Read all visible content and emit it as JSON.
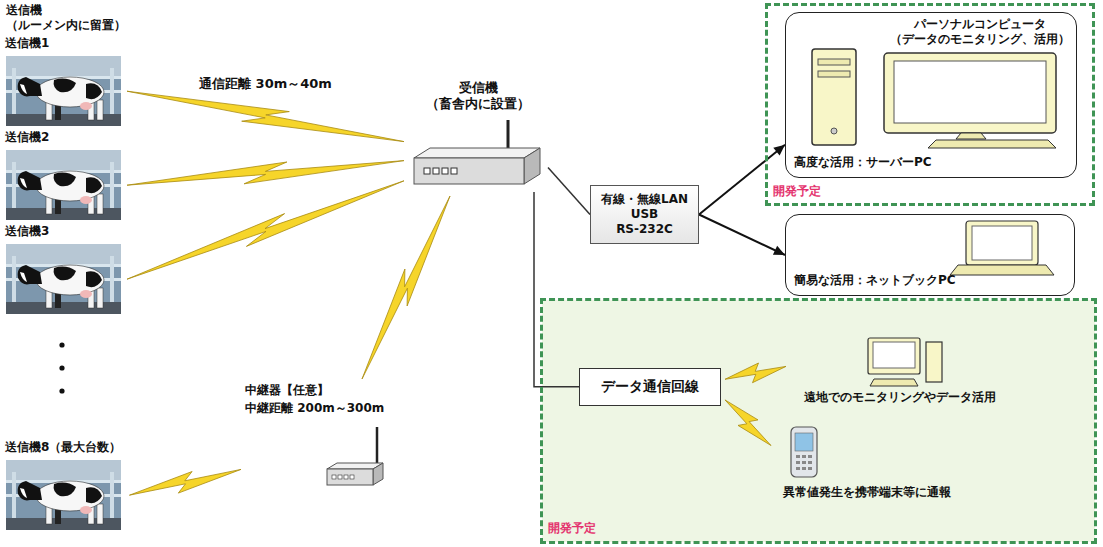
{
  "diagram": {
    "nodes": [
      {
        "text": [
          "送信機1"
        ]
      },
      {
        "text": [
          "送信機2"
        ]
      },
      {
        "text": [
          "送信機3"
        ]
      },
      {
        "text": [
          "送信機8（最大台数）"
        ]
      },
      {
        "text": [
          "受信機 （畜舎内に設置）"
        ]
      },
      {
        "text": [
          "中継器【任意】",
          "中継距離 200m～300m"
        ]
      },
      {
        "text": [
          "有線・無線LAN USB RS-232C"
        ]
      },
      {
        "text": [
          "開発予定"
        ]
      },
      {
        "text": [
          "パーソナルコンピュータ （データのモニタリング、活用）",
          "高度な活用：サーバーPC"
        ],
        "in": 7
      },
      {
        "text": [
          "簡易な活用：ネットブックPC"
        ]
      },
      {
        "text": [
          "開発予定"
        ]
      },
      {
        "text": [
          "データ通信回線"
        ],
        "in": 10
      },
      {
        "text": [
          "遠地でのモニタリングやデータ活用"
        ],
        "in": 10
      },
      {
        "text": [
          "異常値発生を携帯端末等に通報"
        ],
        "in": 10
      }
    ],
    "edges": [
      {
        "from": 0,
        "to": 4,
        "arrow": "none",
        "label": "通信距離 30m～40m"
      },
      {
        "from": 1,
        "to": 4,
        "arrow": "none"
      },
      {
        "from": 2,
        "to": 4,
        "arrow": "none"
      },
      {
        "from": 3,
        "to": 5,
        "arrow": "none"
      },
      {
        "from": 5,
        "to": 4,
        "arrow": "none"
      },
      {
        "from": 4,
        "to": 6,
        "arrow": "none"
      },
      {
        "from": 6,
        "to": 8,
        "arrow": "to"
      },
      {
        "from": 6,
        "to": 9,
        "arrow": "to"
      },
      {
        "from": 4,
        "to": 11,
        "arrow": "none"
      },
      {
        "from": 11,
        "to": 12,
        "arrow": "none"
      },
      {
        "from": 11,
        "to": 13,
        "arrow": "none"
      }
    ],
    "labels": [
      "送信機",
      "（ルーメン内に留置）"
    ]
  }
}
